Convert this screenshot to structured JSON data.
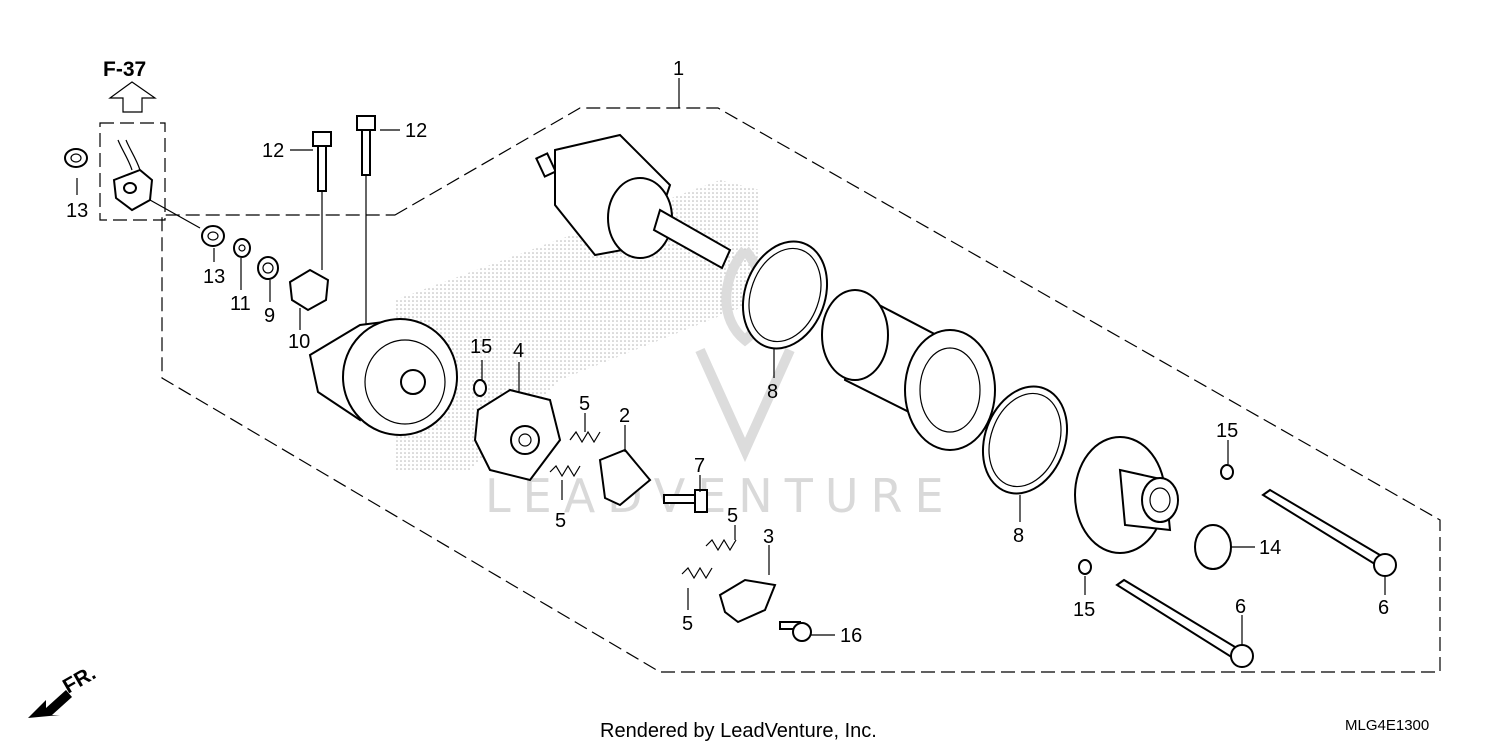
{
  "diagram": {
    "reference": "F-37",
    "direction": "FR.",
    "credit": "Rendered by LeadVenture, Inc.",
    "code": "MLG4E1300",
    "watermark": "LEADVENTURE",
    "callouts": {
      "c1": "1",
      "c2": "2",
      "c3": "3",
      "c4": "4",
      "c5a": "5",
      "c5b": "5",
      "c5c": "5",
      "c5d": "5",
      "c6a": "6",
      "c6b": "6",
      "c7": "7",
      "c8a": "8",
      "c8b": "8",
      "c9": "9",
      "c10": "10",
      "c11": "11",
      "c12a": "12",
      "c12b": "12",
      "c13a": "13",
      "c13b": "13",
      "c14": "14",
      "c15a": "15",
      "c15b": "15",
      "c15c": "15",
      "c16": "16"
    }
  }
}
